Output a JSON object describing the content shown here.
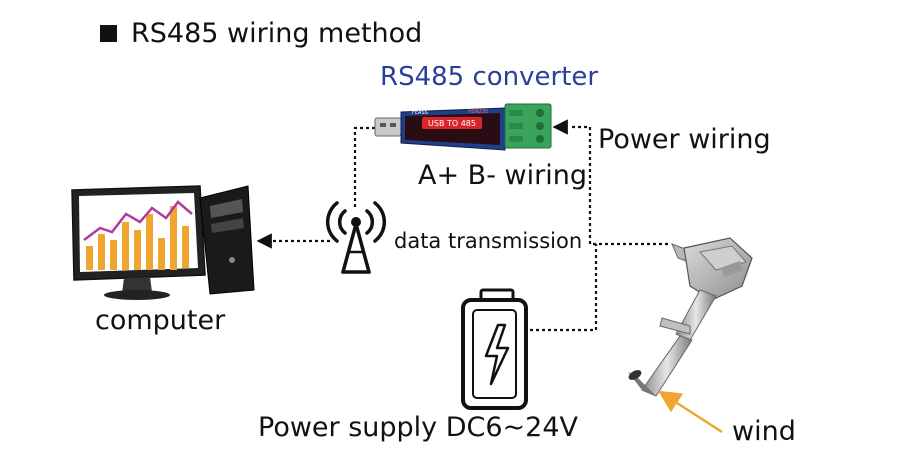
{
  "heading": "RS485 wiring method",
  "converter": {
    "title": "RS485 converter",
    "brand": "FEASS",
    "model": "HD6235",
    "badge": "USB TO 485"
  },
  "labels": {
    "power_wiring": "Power wiring",
    "ab_wiring": "A+ B- wiring",
    "data_transmission": "data transmission",
    "computer": "computer",
    "power_supply": "Power supply DC6~24V",
    "wind": "wind"
  },
  "colors": {
    "converter_title": "#2a3f9d",
    "converter_body": "#1f3f8a",
    "converter_badge": "#d9242a",
    "terminal": "#3aa35c",
    "wind_arrow": "#f0a531"
  }
}
